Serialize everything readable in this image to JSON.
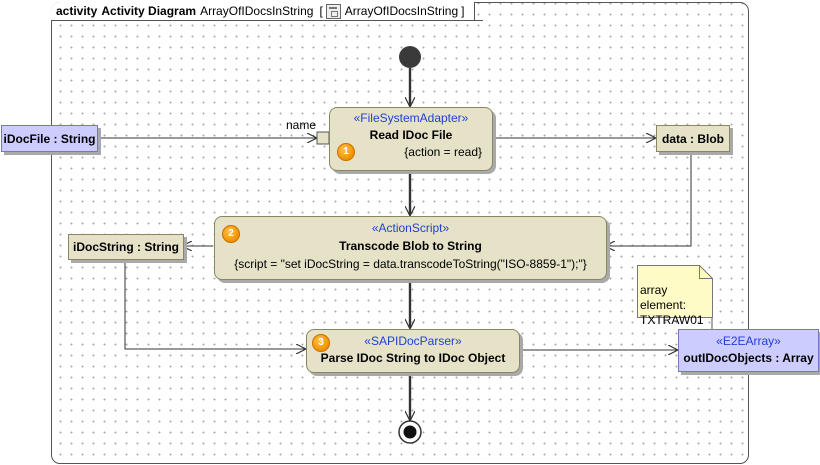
{
  "frame": {
    "keyword": "activity",
    "diagram_name": "Activity Diagram",
    "activity_ref": "ArrayOfIDocsInString",
    "bracket_open": "[",
    "diagram_ref": "ArrayOfIDocsInString",
    "bracket_close": "]"
  },
  "pin": {
    "label": "name"
  },
  "actions": [
    {
      "number": "1",
      "stereotype": "«FileSystemAdapter»",
      "name": "Read IDoc File",
      "constraint": "{action = read}"
    },
    {
      "number": "2",
      "stereotype": "«ActionScript»",
      "name": "Transcode Blob to String",
      "constraint": "{script = \"set iDocString = data.transcodeToString(\"ISO-8859-1\");\"}"
    },
    {
      "number": "3",
      "stereotype": "«SAPIDocParser»",
      "name": "Parse IDoc String to IDoc Object"
    }
  ],
  "objects": {
    "idocfile": "iDocFile : String",
    "data": "data : Blob",
    "idocstring": "iDocString : String",
    "output_stereotype": "«E2EArray»",
    "output_name": "outIDocObjects : Array"
  },
  "note": {
    "line1": "array element:",
    "line2": "TXTRAW01"
  },
  "colors": {
    "action_fill": "#e6e2c8",
    "object_fill": "#ccccff",
    "stereotype": "#1f3fd8",
    "badge": "#f29000"
  },
  "icons": [
    "diagram-icon",
    "initial-node-icon",
    "final-node-icon",
    "step-number-badge"
  ]
}
